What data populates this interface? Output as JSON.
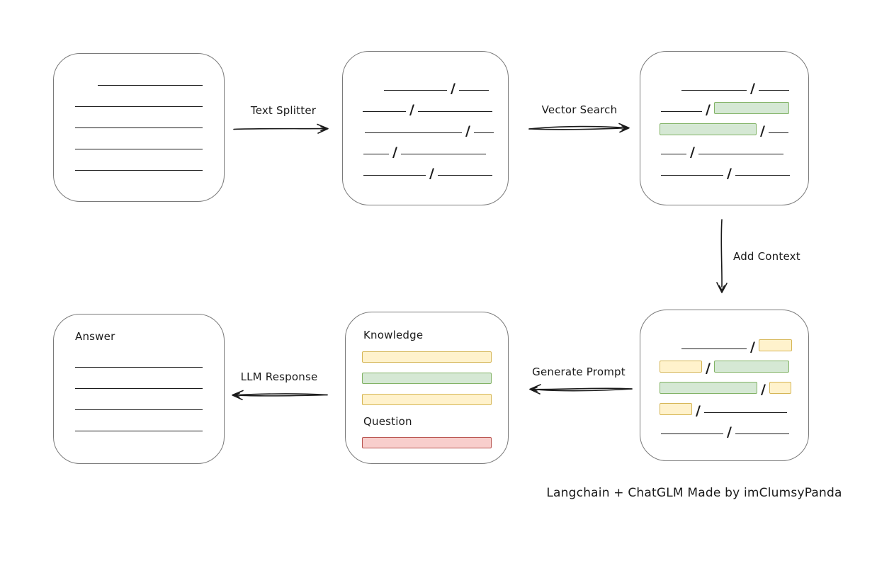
{
  "caption": "Langchain + ChatGLM Made by imClumsyPanda",
  "slash": "/",
  "arrows": {
    "text_splitter": {
      "label": "Text Splitter",
      "direction": "right"
    },
    "vector_search": {
      "label": "Vector Search",
      "direction": "right"
    },
    "add_context": {
      "label": "Add Context",
      "direction": "down"
    },
    "generate_prompt": {
      "label": "Generate Prompt",
      "direction": "left"
    },
    "llm_response": {
      "label": "LLM Response",
      "direction": "left"
    }
  },
  "nodes": {
    "document": {
      "rows": [
        {
          "ind": 62,
          "seg": [
            [
              "line",
              148
            ]
          ]
        },
        {
          "ind": 30,
          "seg": [
            [
              "line",
              180
            ]
          ]
        },
        {
          "ind": 30,
          "seg": [
            [
              "line",
              180
            ]
          ]
        },
        {
          "ind": 30,
          "seg": [
            [
              "line",
              180
            ]
          ]
        },
        {
          "ind": 30,
          "seg": [
            [
              "line",
              180
            ]
          ]
        }
      ]
    },
    "chunks": {
      "rows": [
        {
          "ind": 58,
          "seg": [
            [
              "line",
              89
            ],
            [
              "slash"
            ],
            [
              "line",
              42
            ]
          ]
        },
        {
          "ind": 28,
          "seg": [
            [
              "line",
              61
            ],
            [
              "slash"
            ],
            [
              "line",
              105
            ]
          ]
        },
        {
          "ind": 31,
          "seg": [
            [
              "line",
              137
            ],
            [
              "slash"
            ],
            [
              "line",
              28
            ]
          ]
        },
        {
          "ind": 29,
          "seg": [
            [
              "line",
              36
            ],
            [
              "slash"
            ],
            [
              "line",
              120
            ]
          ]
        },
        {
          "ind": 29,
          "seg": [
            [
              "line",
              88
            ],
            [
              "slash"
            ],
            [
              "line",
              77
            ]
          ]
        }
      ]
    },
    "vector_matches": {
      "rows": [
        {
          "ind": 58,
          "seg": [
            [
              "line",
              92
            ],
            [
              "slash"
            ],
            [
              "line",
              43
            ]
          ]
        },
        {
          "ind": 29,
          "seg": [
            [
              "line",
              58
            ],
            [
              "slash"
            ],
            [
              "green",
              106
            ]
          ]
        },
        {
          "ind": 27,
          "seg": [
            [
              "green",
              137
            ],
            [
              "slash"
            ],
            [
              "line",
              28
            ]
          ]
        },
        {
          "ind": 29,
          "seg": [
            [
              "line",
              36
            ],
            [
              "slash"
            ],
            [
              "line",
              120
            ]
          ]
        },
        {
          "ind": 29,
          "seg": [
            [
              "line",
              88
            ],
            [
              "slash"
            ],
            [
              "line",
              77
            ]
          ]
        }
      ]
    },
    "context": {
      "rows": [
        {
          "ind": 58,
          "seg": [
            [
              "line",
              92
            ],
            [
              "slash"
            ],
            [
              "yellow",
              47
            ]
          ]
        },
        {
          "ind": 27,
          "seg": [
            [
              "yellow",
              60
            ],
            [
              "slash"
            ],
            [
              "green",
              106
            ]
          ]
        },
        {
          "ind": 27,
          "seg": [
            [
              "green",
              138
            ],
            [
              "slash"
            ],
            [
              "yellow",
              31
            ]
          ]
        },
        {
          "ind": 27,
          "seg": [
            [
              "yellow",
              46
            ],
            [
              "slash"
            ],
            [
              "line",
              117
            ]
          ]
        },
        {
          "ind": 29,
          "seg": [
            [
              "line",
              88
            ],
            [
              "slash"
            ],
            [
              "line",
              76
            ]
          ]
        }
      ]
    },
    "prompt": {
      "knowledge_label": "Knowledge",
      "question_label": "Question",
      "knowledge_bars": [
        "yellow",
        "green",
        "yellow"
      ],
      "question_bars": [
        "red"
      ]
    },
    "answer": {
      "label": "Answer",
      "rows": [
        {
          "ind": 30,
          "seg": [
            [
              "line",
              180
            ]
          ]
        },
        {
          "ind": 30,
          "seg": [
            [
              "line",
              180
            ]
          ]
        },
        {
          "ind": 30,
          "seg": [
            [
              "line",
              180
            ]
          ]
        },
        {
          "ind": 30,
          "seg": [
            [
              "line",
              180
            ]
          ]
        }
      ]
    }
  },
  "colors": {
    "ink": "#1a1a1a",
    "box_border": "#7a7a7a",
    "green_fill": "#d5e8d4",
    "green_border": "#82b366",
    "yellow_fill": "#fff2cc",
    "yellow_border": "#d6b656",
    "red_fill": "#f8cecc",
    "red_border": "#b85450"
  }
}
